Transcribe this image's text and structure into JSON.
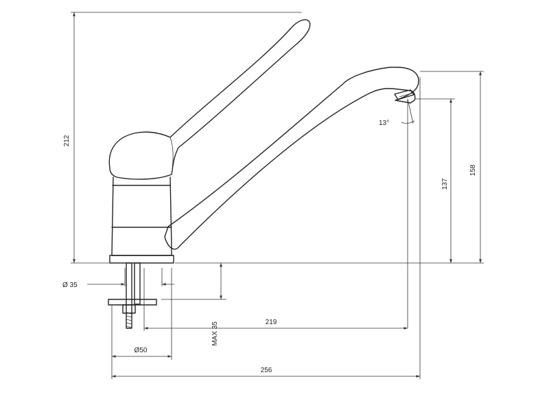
{
  "diagram": {
    "dimensions": {
      "total_height": "212",
      "spout_height": "158",
      "outlet_height": "137",
      "spout_angle": "13°",
      "hole_diameter": "Ø 35",
      "max_thickness": "MAX 35",
      "spout_reach": "219",
      "base_diameter": "Ø50",
      "total_length": "256"
    }
  }
}
